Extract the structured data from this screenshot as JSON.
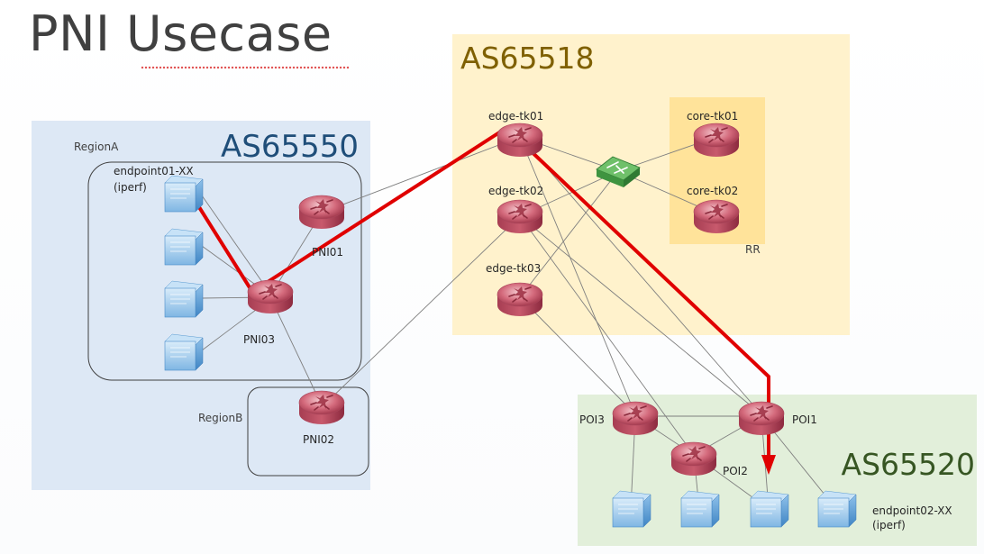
{
  "title": "PNI Usecase",
  "areas": {
    "as65550": "AS65550",
    "as65518": "AS65518",
    "as65520": "AS65520",
    "region_a": "RegionA",
    "region_b": "RegionB",
    "rr": "RR"
  },
  "routers": {
    "pni01": "PNI01",
    "pni02": "PNI02",
    "pni03": "PNI03",
    "edge_tk01": "edge-tk01",
    "edge_tk02": "edge-tk02",
    "edge_tk03": "edge-tk03",
    "core_tk01": "core-tk01",
    "core_tk02": "core-tk02",
    "poi1": "POI1",
    "poi2": "POI2",
    "poi3": "POI3"
  },
  "endpoints": {
    "ep1_name": "endpoint01-XX",
    "ep1_tool": "(iperf)",
    "ep2_name": "endpoint02-XX",
    "ep2_tool": "(iperf)"
  },
  "colors": {
    "as65550_fill": "#dde8f5",
    "as65518_fill": "#fff2cc",
    "as65520_fill": "#e2efda",
    "rr_fill": "#ffe39a",
    "as65550_text": "#1f4e79",
    "as65518_text": "#7f6000",
    "as65520_text": "#375623",
    "path": "#e00000",
    "link": "#7f7f7f",
    "router": "#c9556a"
  },
  "icons": [
    "router-icon",
    "server-icon",
    "switch-icon",
    "arrow-icon"
  ]
}
